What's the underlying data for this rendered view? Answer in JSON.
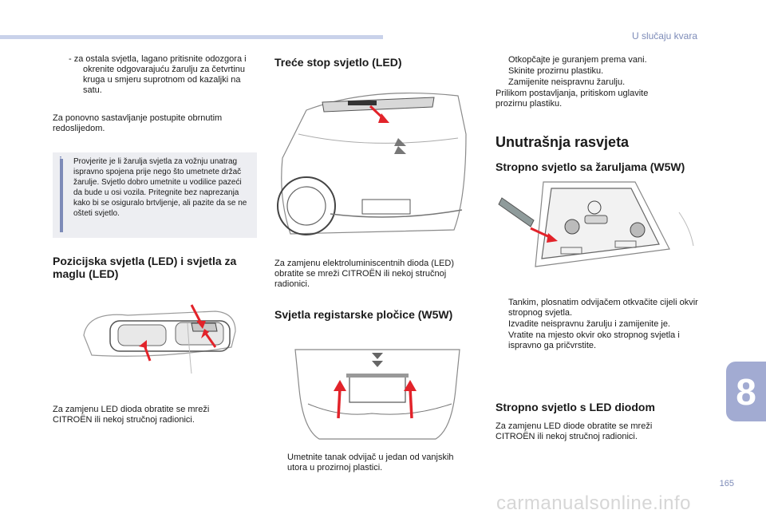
{
  "header": {
    "chapter": "U slučaju kvara"
  },
  "sidebar": {
    "chapter_number": "8"
  },
  "footer": {
    "page_number": "165",
    "watermark": "carmanualsonline.info"
  },
  "col1": {
    "dash_item": "-   za ostala svjetla, lagano pritisnite odozgora i okrenite odgovarajuću žarulju za četvrtinu kruga u smjeru suprotnom od kazaljki na satu.",
    "para": "Za ponovno sastavljanje postupite obrnutim redoslijedom.",
    "info": "Provjerite je li žarulja svjetla za vožnju unatrag ispravno spojena prije nego što umetnete držač žarulje. Svjetlo dobro umetnite u vodilice pazeći da bude u osi vozila. Pritegnite bez naprezanja kako bi se osiguralo brtvljenje, ali pazite da se ne ošteti svjetlo.",
    "heading": "Pozicijska svjetla (LED) i svjetla za maglu (LED)",
    "para2": "Za zamjenu LED dioda obratite se mreži CITROËN ili nekoj stručnoj radionici."
  },
  "col2": {
    "heading1": "Treće stop svjetlo (LED)",
    "para1": "Za zamjenu elektroluminiscentnih dioda (LED) obratite se mreži CITROËN ili nekoj stručnoj radionici.",
    "heading2": "Svjetla registarske pločice (W5W)",
    "bullet_mark": "",
    "bullet1": "Umetnite tanak odvijač u jedan od vanjskih utora u prozirnoj plastici."
  },
  "col3": {
    "bullet_mark": "",
    "bullets_top": [
      "Otkopčajte je guranjem prema vani.",
      "Skinite prozirnu plastiku.",
      "Zamijenite neispravnu žarulju."
    ],
    "para_top": "Prilikom postavljanja, pritiskom uglavite prozirnu plastiku.",
    "heading_main": "Unutrašnja rasvjeta",
    "heading_sub1": "Stropno svjetlo sa žaruljama (W5W)",
    "bullets_mid": [
      "Tankim, plosnatim odvijačem otkvačite cijeli okvir stropnog svjetla.",
      "Izvadite neispravnu žarulju i zamijenite je.",
      "Vratite na mjesto okvir oko stropnog svjetla i ispravno ga pričvrstite."
    ],
    "heading_sub2": "Stropno svjetlo s LED diodom",
    "para_bottom": "Za zamjenu LED diode obratite se mreži CITROËN ili nekoj stručnoj radionici."
  },
  "colors": {
    "accent": "#7d8bb8",
    "arrow": "#e2232a",
    "band": "#c9d2ea"
  }
}
